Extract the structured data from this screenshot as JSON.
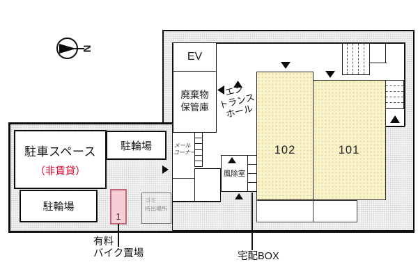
{
  "compass": {
    "label": "N"
  },
  "building": {
    "elevator": "EV",
    "waste_storage": {
      "line1": "廃棄物",
      "line2": "保管庫"
    },
    "entrance_hall": {
      "line1": "エン",
      "line2": "トランス",
      "line3": "ホール"
    },
    "mail_corner": {
      "line1": "メール",
      "line2": "コーナー"
    },
    "windbreak_room": "風除室",
    "unit_102": "102",
    "unit_101": "101"
  },
  "site": {
    "parking_space": {
      "name": "駐車スペース",
      "note": "（非賃貸）"
    },
    "bicycle_parking_top": "駐輪場",
    "bicycle_parking_bottom": "駐輪場",
    "paid_bike_slot_number": "1",
    "garbage_area": {
      "line1": "ゴミ",
      "line2": "持出場所"
    }
  },
  "callouts": {
    "paid_bike": {
      "line1": "有料",
      "line2": "バイク置場"
    },
    "delivery_box": "宅配BOX"
  },
  "colors": {
    "unit_fill": "#f8f3ca",
    "ground_fill": "#f0f0f0",
    "bike_slot_fill": "#f7cdd6",
    "bike_slot_border": "#c4667a",
    "note_red": "#e0002a"
  }
}
